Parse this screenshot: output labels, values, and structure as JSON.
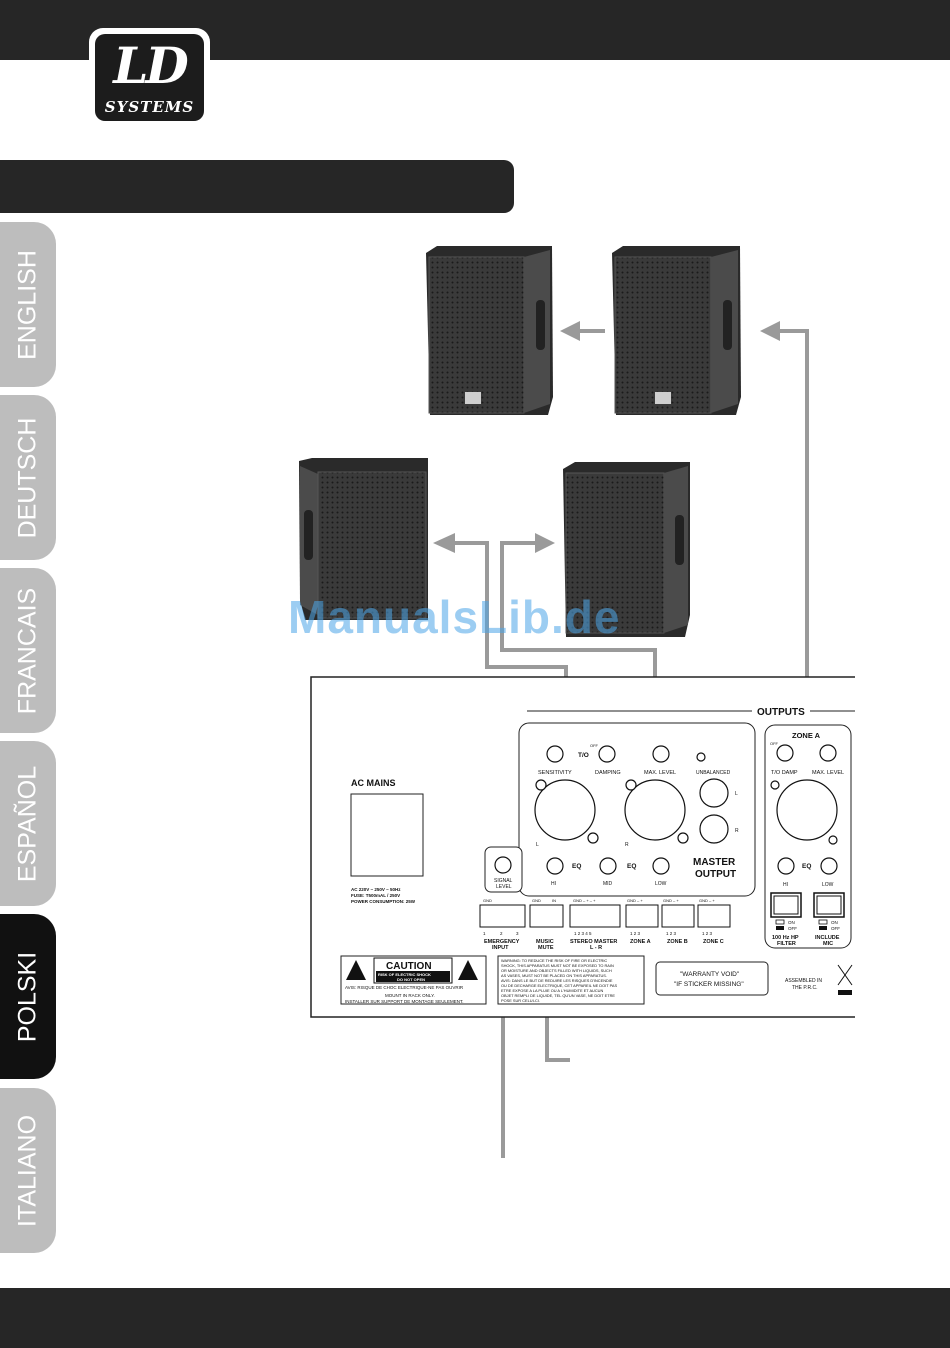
{
  "logo": {
    "ld": "LD",
    "systems": "SYSTEMS"
  },
  "tabs": [
    {
      "label": "ENGLISH",
      "active": false
    },
    {
      "label": "DEUTSCH",
      "active": false
    },
    {
      "label": "FRANCAIS",
      "active": false
    },
    {
      "label": "ESPAÑOL",
      "active": false
    },
    {
      "label": "POLSKI",
      "active": true
    },
    {
      "label": "ITALIANO",
      "active": false
    }
  ],
  "watermark": "ManualsLib.de",
  "panel": {
    "outputs": "OUTPUTS",
    "ac_mains": "AC MAINS",
    "ac_spec_1": "AC 220V ~ 250V ~ 50Hz",
    "ac_spec_2": "FUSE: T500mAL / 250V",
    "ac_spec_3": "POWER CONSUMPTION: 25W",
    "to": "T/O",
    "sensitivity": "SENSITIVITY",
    "off": "OFF",
    "damping": "DAMPING",
    "max_level": "MAX. LEVEL",
    "unbalanced": "UNBALANCED",
    "l": "L",
    "r": "R",
    "eq": "EQ",
    "hi": "HI",
    "mid": "MID",
    "low": "LOW",
    "master_output_1": "MASTER",
    "master_output_2": "OUTPUT",
    "zone_a": "ZONE A",
    "to_damp": "T/O DAMP",
    "hp_on": "ON",
    "hp_off": "OFF",
    "hp_filter_1": "100 Hz HP",
    "hp_filter_2": "FILTER",
    "include_1": "INCLUDE",
    "include_2": "MIC",
    "signal_level_1": "SIGNAL",
    "signal_level_2": "LEVEL",
    "gnd": "GND",
    "in": "IN",
    "emergency_1": "EMERGENCY",
    "emergency_2": "INPUT",
    "music_1": "MUSIC",
    "music_2": "MUTE",
    "stereo_master_1": "STEREO MASTER",
    "stereo_master_2": "L - R",
    "zone_a_label": "ZONE A",
    "zone_b_label": "ZONE B",
    "zone_c_label": "ZONE C",
    "caution": "CAUTION",
    "caution_sub_1": "RISK OF ELECTRIC SHOCK",
    "caution_sub_2": "DO NOT OPEN",
    "avis": "AVIS: RISQUE DE CHOC ELECTRIQUE-NE PAS OUVRIR",
    "mount_1": "MOUNT IN RACK ONLY.",
    "mount_2": "INSTALLER SUR SUPPORT DE MONTAGE SEULEMENT.",
    "warning_1": "WARNING: TO REDUCE THE RISK OF FIRE OR ELECTRIC",
    "warning_2": "SHOCK, THIS APPARATUS MUST NOT BE EXPOSED TO RAIN",
    "warning_3": "OR MOISTURE AND OBJECTS FILLED WITH LIQUIDS, SUCH",
    "warning_4": "AS VASES, MUST NOT BE PLACED ON THIS APPARATUS.",
    "warning_5": "AVIS: DANS LE BUT DE REDUIRE LES RISQUES D'INCENDIE",
    "warning_6": "OU DE DECHARGE ELECTRIQUE, CET APPAREIL NE DOIT PAS",
    "warning_7": "ETRE EXPOSE A LA PLUIE OU A L'HUMIDITE ET AUCUN",
    "warning_8": "OBJET REMPLI DE LIQUIDE, TEL QU'UN VASE, NE DOIT ETRE",
    "warning_9": "POSE SUR CELUI-CI.",
    "warranty_1": "\"WARRANTY VOID\"",
    "warranty_2": "\"IF STICKER MISSING\"",
    "assembled_1": "ASSEMBLED IN",
    "assembled_2": "THE P.R.C."
  },
  "colors": {
    "bar": "#262626",
    "tab_inactive": "#bdbdbd",
    "tab_active": "#111111",
    "cable": "#9a9a9a",
    "watermark": "#4da6e8"
  }
}
